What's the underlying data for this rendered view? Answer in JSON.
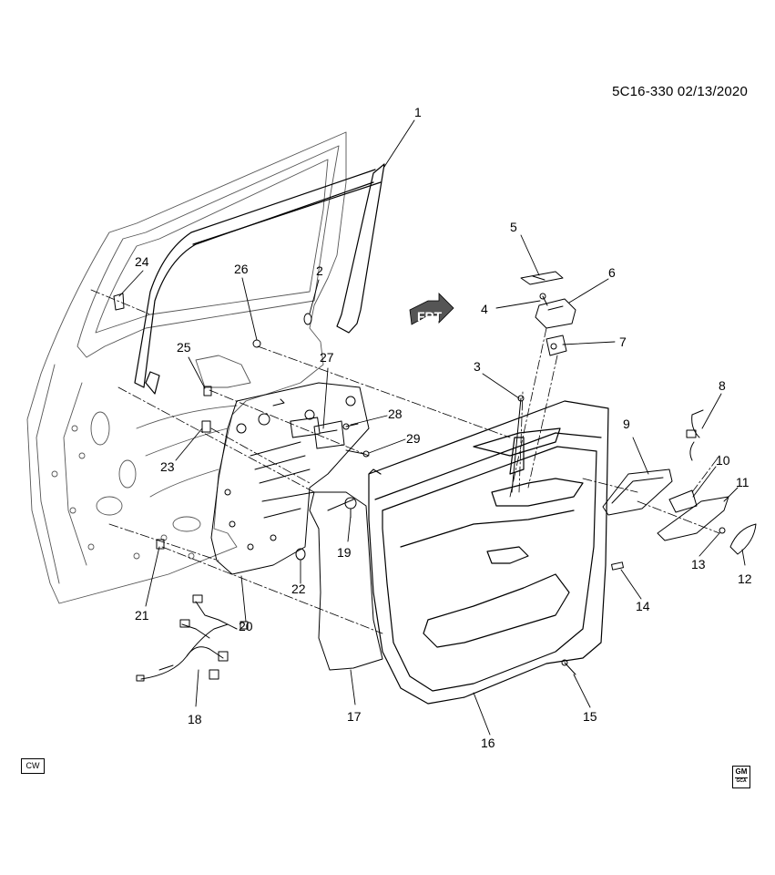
{
  "header": {
    "code": "5C16-330",
    "date": "02/13/2020"
  },
  "badges": {
    "cw": "CW",
    "gm": "GM",
    "gm_sub": "GCA"
  },
  "frt_marker": "FRT",
  "callouts": [
    "1",
    "2",
    "3",
    "4",
    "5",
    "6",
    "7",
    "8",
    "9",
    "10",
    "11",
    "12",
    "13",
    "14",
    "15",
    "16",
    "17",
    "18",
    "19",
    "20",
    "21",
    "22",
    "23",
    "24",
    "25",
    "26",
    "27",
    "28",
    "29"
  ]
}
